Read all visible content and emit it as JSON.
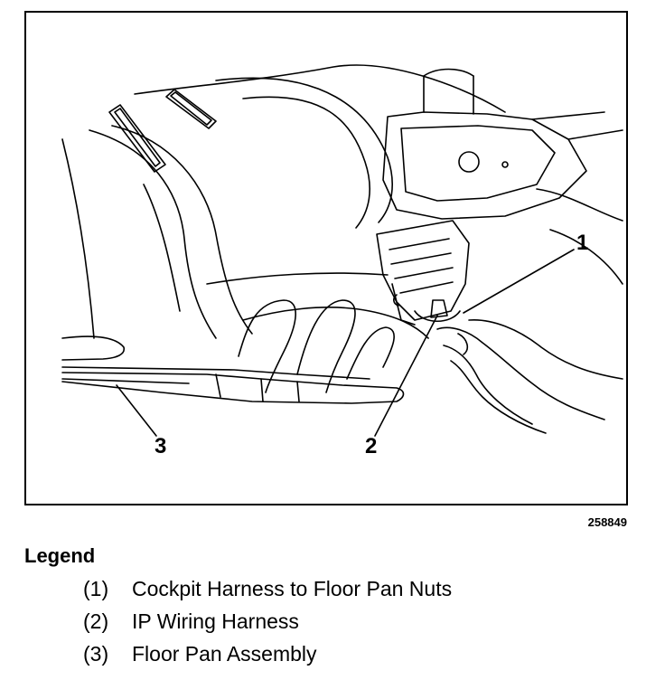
{
  "figure": {
    "id": "258849",
    "callouts": [
      "1",
      "2",
      "3"
    ]
  },
  "legend": {
    "title": "Legend",
    "items": [
      {
        "number": "(1)",
        "label": "Cockpit Harness to Floor Pan Nuts"
      },
      {
        "number": "(2)",
        "label": "IP Wiring Harness"
      },
      {
        "number": "(3)",
        "label": "Floor Pan Assembly"
      }
    ]
  }
}
